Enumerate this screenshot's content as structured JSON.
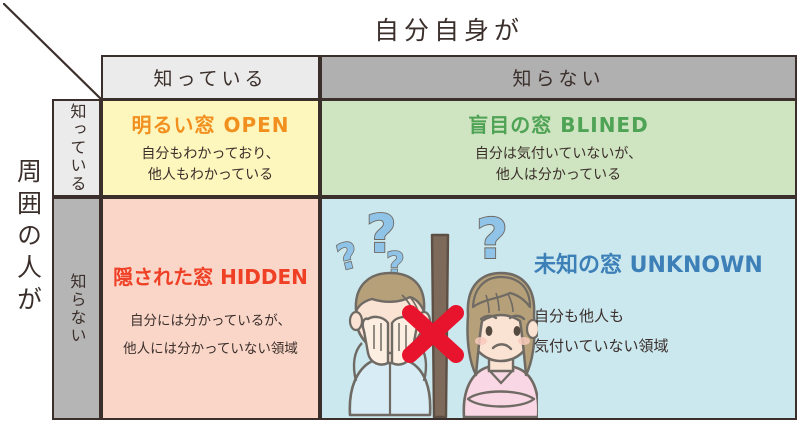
{
  "diagram": {
    "title_top": "自分自身が",
    "title_left": "周囲の人が",
    "columns": [
      {
        "id": "self-knows",
        "label": "知っている",
        "bg": "#ebebeb"
      },
      {
        "id": "self-unknows",
        "label": "知らない",
        "bg": "#b0b0b0"
      }
    ],
    "rows": [
      {
        "id": "others-know",
        "label": "知っている",
        "bg": "#ebebeb"
      },
      {
        "id": "others-unknow",
        "label": "知らない",
        "bg": "#b5b5b5"
      }
    ],
    "quadrants": {
      "open": {
        "title": "明るい窓 OPEN",
        "line1": "自分もわかっており、",
        "line2": "他人もわかっている",
        "title_color": "#f2901f",
        "bg": "#fdf6bd"
      },
      "blind": {
        "title": "盲目の窓 BLINED",
        "line1": "自分は気付いていないが、",
        "line2": "他人は分かっている",
        "title_color": "#4ea355",
        "bg": "#cfe4c1"
      },
      "hidden": {
        "title": "隠された窓 HIDDEN",
        "line1": "自分には分かっているが、",
        "line2": "他人には分かっていない領域",
        "title_color": "#ef3f25",
        "bg": "#fad6c8"
      },
      "unknown": {
        "title": "未知の窓 UNKNOWN",
        "line1": "自分も他人も",
        "line2": "気付いていない領域",
        "title_color": "#3d80b8",
        "bg": "#cbe8ef"
      }
    },
    "illustration": {
      "person_left": "covering-face-person-icon",
      "person_right": "arms-crossed-person-icon",
      "barrier": "wall-divider-icon",
      "cross": "red-x-icon",
      "question_marks": [
        "?",
        "?",
        "?",
        "?"
      ]
    },
    "frame_color": "#3b2f2b"
  }
}
